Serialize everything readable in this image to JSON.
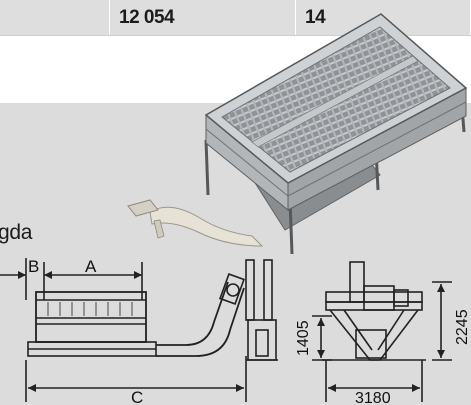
{
  "spec_table": {
    "cells": [
      "",
      "12 054",
      "14"
    ]
  },
  "section": {
    "heading": "gda"
  },
  "dimensions": {
    "b": "B",
    "a": "A",
    "c": "C",
    "height_inner": "1405",
    "height_total": "2245",
    "width": "3180"
  }
}
